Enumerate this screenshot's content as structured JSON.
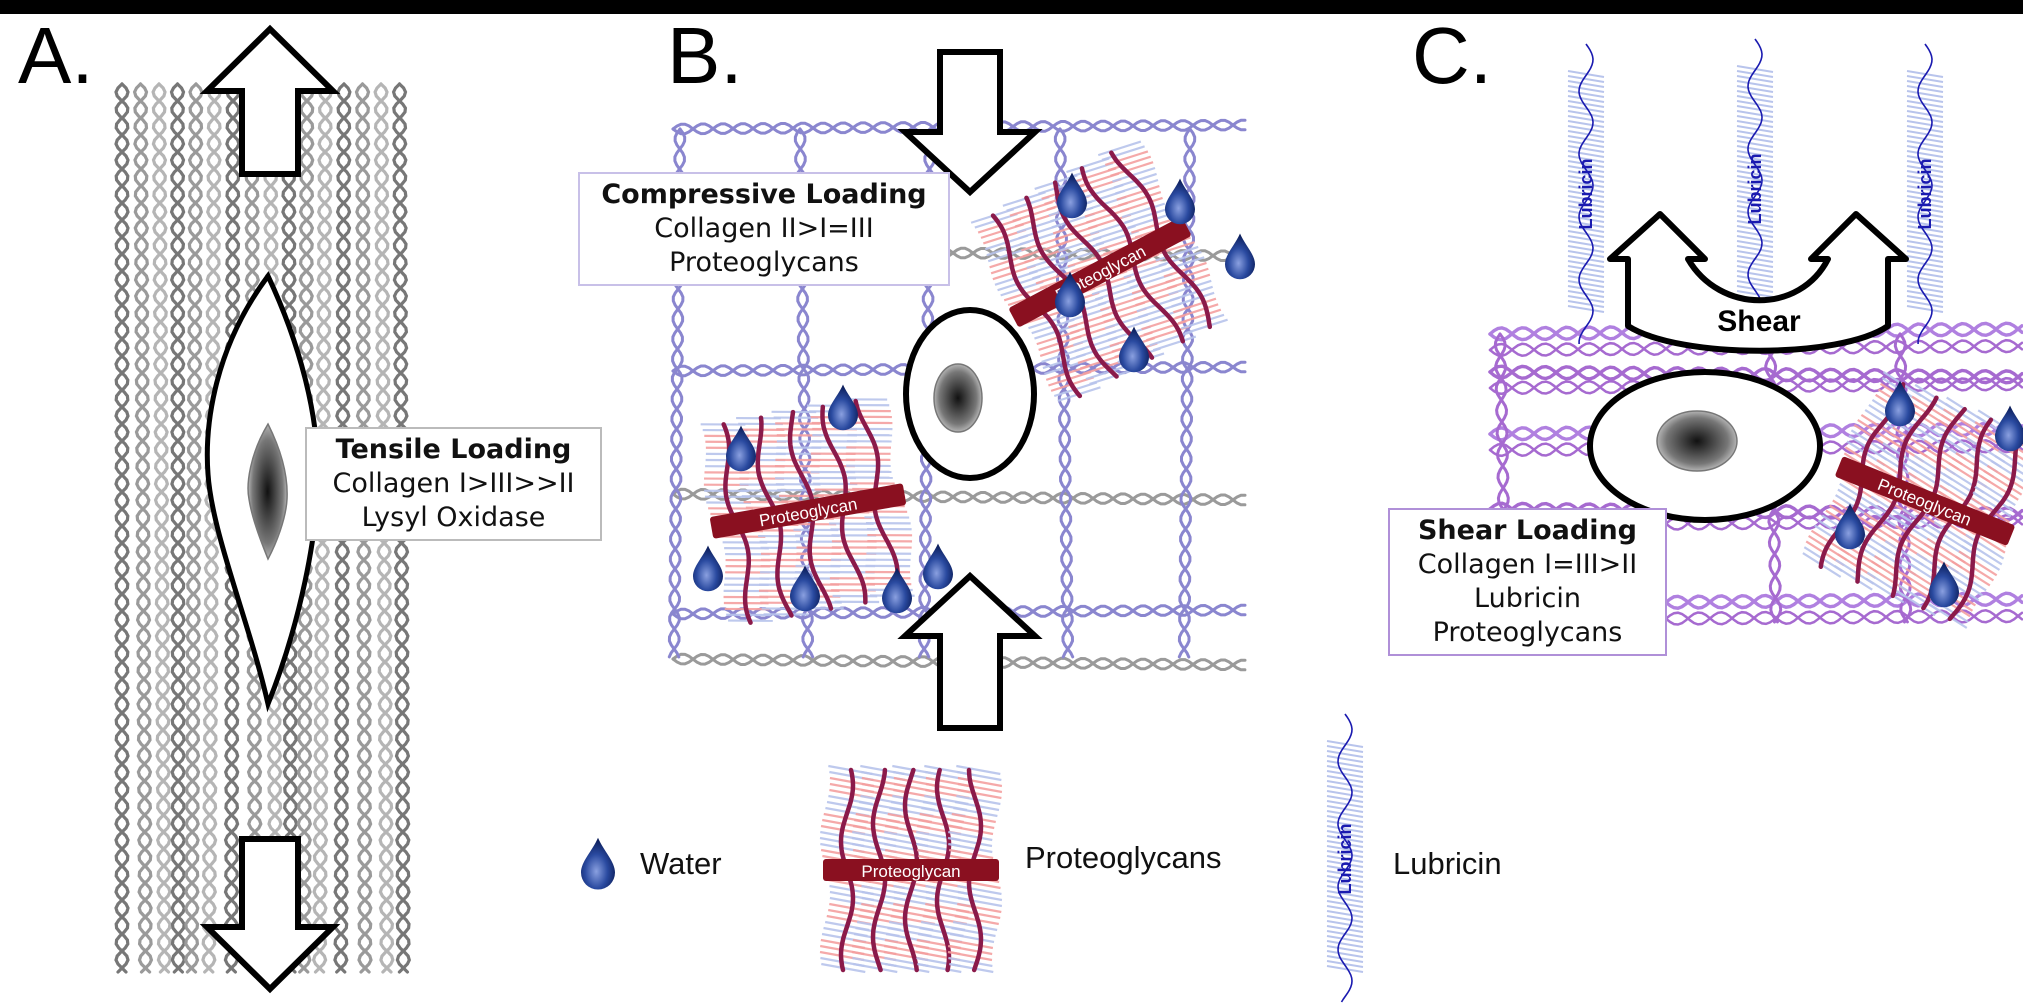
{
  "panels": {
    "a": {
      "letter": "A.",
      "box": {
        "title": "Tensile Loading",
        "line1": "Collagen I>III>>II",
        "line2": "Lysyl Oxidase"
      }
    },
    "b": {
      "letter": "B.",
      "box": {
        "title": "Compressive Loading",
        "line1": "Collagen II>I=III",
        "line2": "Proteoglycans"
      },
      "proteoglycan_label": "Proteoglycan"
    },
    "c": {
      "letter": "C.",
      "box": {
        "title": "Shear Loading",
        "line1": "Collagen I=III>II",
        "line2": "Lubricin",
        "line3": "Proteoglycans"
      },
      "shear_label": "Shear",
      "lubricin_label": "Lubricin",
      "proteoglycan_label": "Proteoglycan"
    }
  },
  "legend": {
    "water": "Water",
    "proteoglycans": "Proteoglycans",
    "proteoglycan_tag": "Proteoglycan",
    "lubricin": "Lubricin",
    "lubricin_tag": "Lubricin"
  },
  "colors": {
    "collagen_gray": "#9a9a9a",
    "collagen_purple": "#8a86cf",
    "collagen_violet": "#a66ad0",
    "proteoglycan_core": "#8a1020",
    "proteoglycan_strand": "#8b1a4a",
    "bristle_pink": "#f4a0a0",
    "bristle_blue": "#b8c4ec",
    "water": "#1f3a8a",
    "lubricin_text": "#1a1ab0",
    "box_border_a": "#bbbbbb",
    "box_border_b": "#c8c0e8",
    "box_border_c": "#b090d8"
  }
}
